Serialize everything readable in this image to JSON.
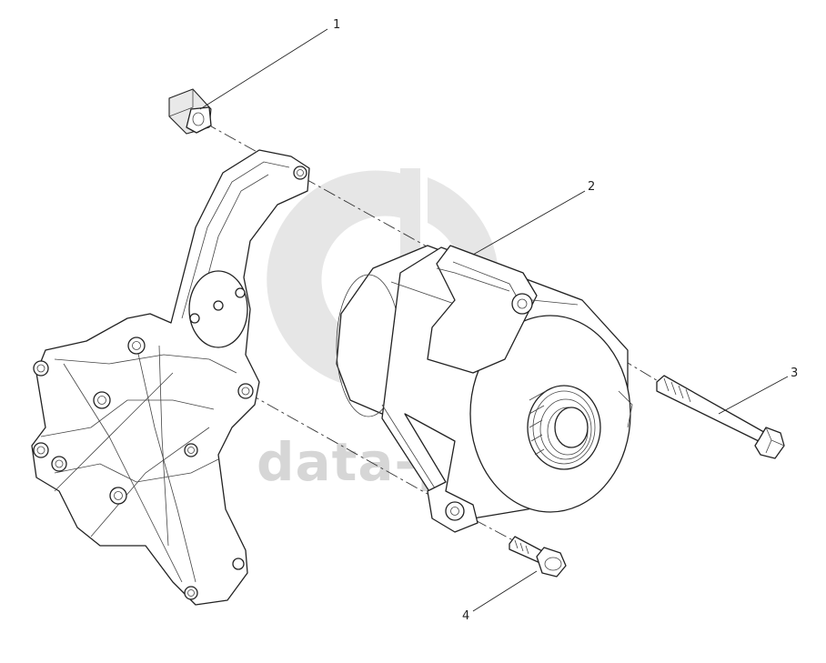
{
  "watermark": {
    "text": "data-parts",
    "logo": "gp-monogram-icon",
    "color": "#c9c9c9"
  },
  "callouts": [
    {
      "number": "1",
      "part": "spacer-sleeve"
    },
    {
      "number": "2",
      "part": "alternator"
    },
    {
      "number": "3",
      "part": "long-bolt"
    },
    {
      "number": "4",
      "part": "flange-bolt"
    }
  ]
}
